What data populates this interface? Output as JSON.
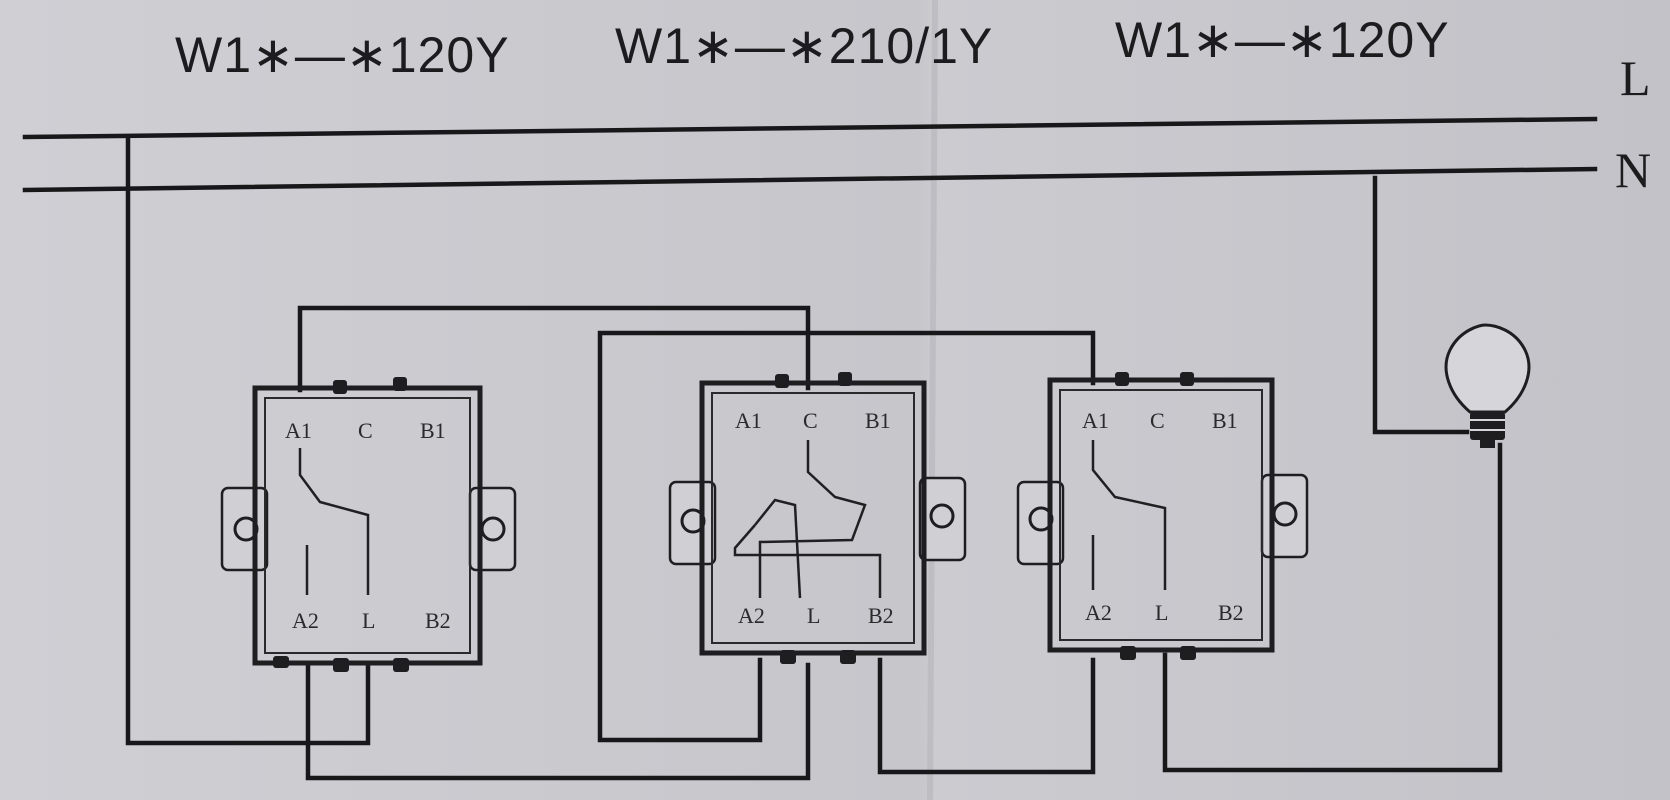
{
  "switches": [
    {
      "model": "W1∗—∗120Y",
      "terminals": {
        "a1": "A1",
        "c": "C",
        "b1": "B1",
        "a2": "A2",
        "l": "L",
        "b2": "B2"
      }
    },
    {
      "model": "W1∗—∗210/1Y",
      "terminals": {
        "a1": "A1",
        "c": "C",
        "b1": "B1",
        "a2": "A2",
        "l": "L",
        "b2": "B2"
      }
    },
    {
      "model": "W1∗—∗120Y",
      "terminals": {
        "a1": "A1",
        "c": "C",
        "b1": "B1",
        "a2": "A2",
        "l": "L",
        "b2": "B2"
      }
    }
  ],
  "supply": {
    "live_label": "L",
    "neutral_label": "N"
  },
  "lamp": {
    "icon": "light-bulb-icon"
  },
  "colors": {
    "ink": "#18181a",
    "paper": "#c9c9ce"
  }
}
